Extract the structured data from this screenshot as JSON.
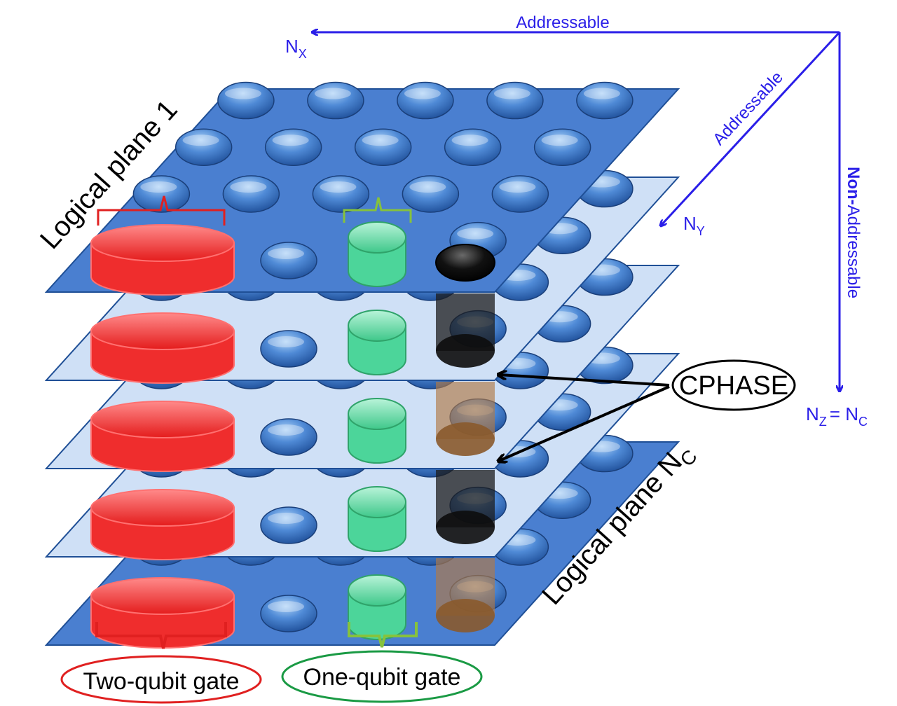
{
  "axes": {
    "x": {
      "prefix": "N",
      "subscript": "X",
      "direction_label": "Addressable"
    },
    "y": {
      "prefix": "N",
      "subscript": "Y",
      "direction_label": "Addressable"
    },
    "z": {
      "prefix": "N",
      "subscript": "Z",
      "equals": "= N",
      "subscript2": "C",
      "direction_bold": "Non-",
      "direction_rest": "Addressable"
    }
  },
  "labels": {
    "plane_top": "Logical plane 1",
    "plane_bottom_prefix": "Logical plane N",
    "plane_bottom_subscript": "C",
    "cphase": "CPHASE",
    "two_qubit": "Two-qubit gate",
    "one_qubit": "One-qubit gate"
  },
  "colors": {
    "axis": "#2a1ee8",
    "plane_dark": "#4a7fd0",
    "plane_light": "#cfe0f6",
    "plane_edge": "#1f4f96",
    "qubit": "#3d78c4",
    "two_qubit_gate": "#ef2d2d",
    "one_qubit_gate": "#4cd59a",
    "cphase_dark": "#1c1c1c",
    "cphase_brown": "#b07a45",
    "bracket_red": "#e02020",
    "bracket_green": "#86c23c",
    "ellipse_green": "#1a9a44"
  },
  "plane_count": 5
}
